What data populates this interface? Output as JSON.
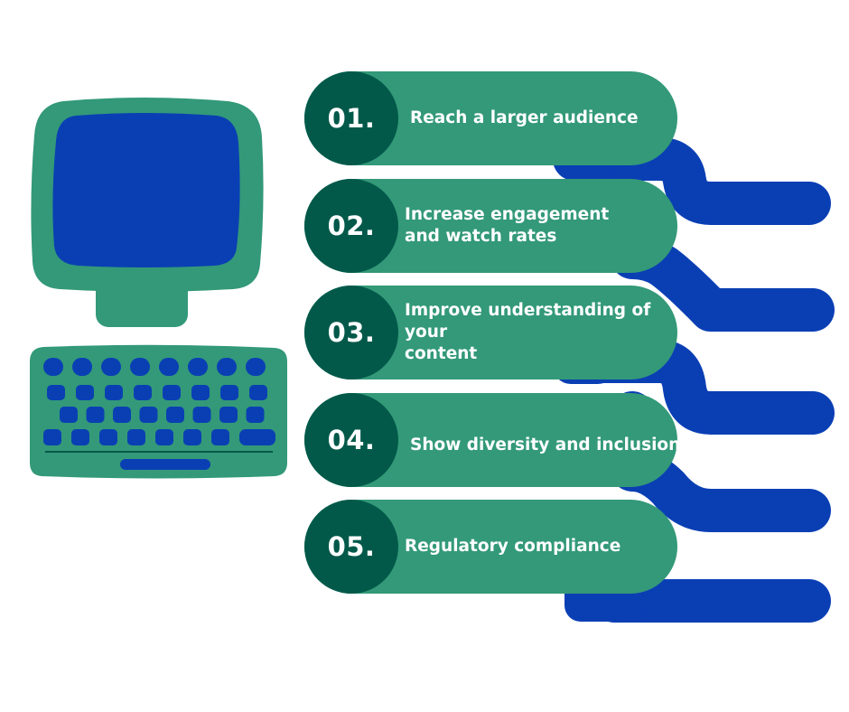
{
  "colors": {
    "green": "#339978",
    "dark_green": "#02594a",
    "blue": "#0a3fb4",
    "text": "#ffffff",
    "background": "#ffffff"
  },
  "illustration": {
    "monitor": "monitor-icon",
    "keyboard": "keyboard-icon"
  },
  "items": [
    {
      "number": "01.",
      "text": "Reach a larger audience"
    },
    {
      "number": "02.",
      "text": "Increase engagement\nand watch rates"
    },
    {
      "number": "03.",
      "text": "Improve understanding of your\ncontent"
    },
    {
      "number": "04.",
      "text": "Show diversity and inclusion"
    },
    {
      "number": "05.",
      "text": "Regulatory compliance"
    }
  ]
}
